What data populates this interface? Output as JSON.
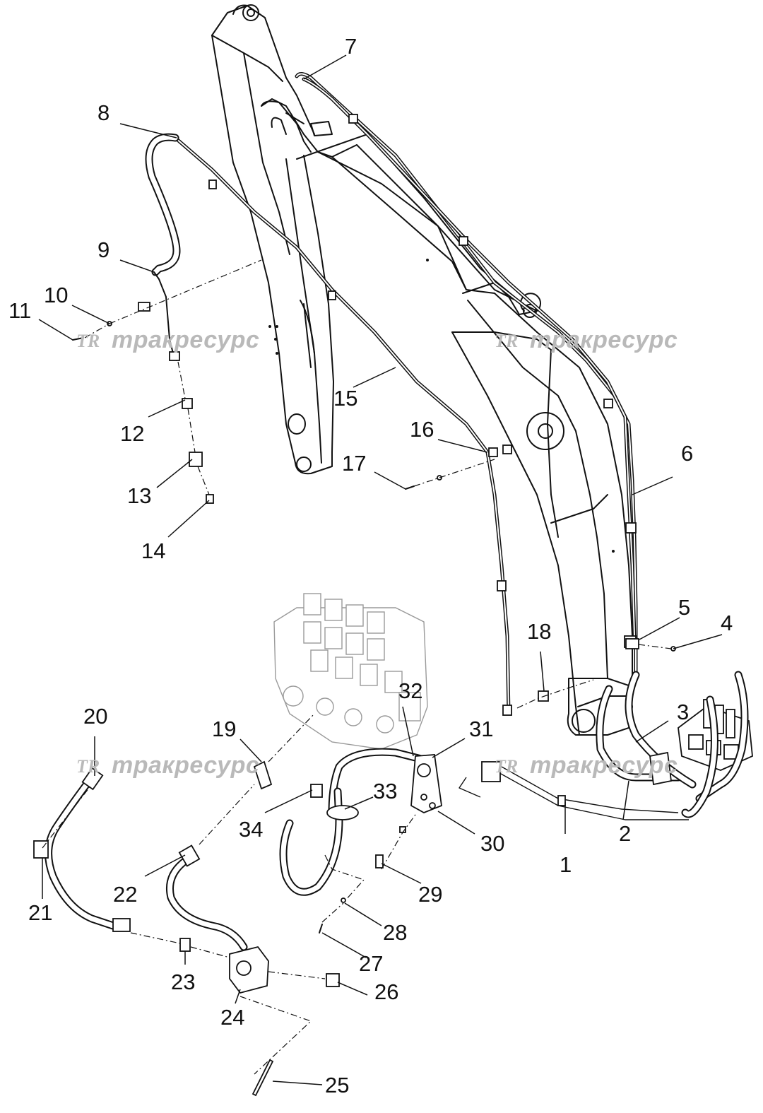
{
  "watermark": {
    "logo": "TR",
    "text": "тракресурс"
  },
  "callouts": {
    "c1": "1",
    "c2": "2",
    "c3": "3",
    "c4": "4",
    "c5": "5",
    "c6": "6",
    "c7": "7",
    "c8": "8",
    "c9": "9",
    "c10": "10",
    "c11": "11",
    "c12": "12",
    "c13": "13",
    "c14": "14",
    "c15": "15",
    "c16": "16",
    "c17": "17",
    "c18": "18",
    "c19": "19",
    "c20": "20",
    "c21": "21",
    "c22": "22",
    "c23": "23",
    "c24": "24",
    "c25": "25",
    "c26": "26",
    "c27": "27",
    "c28": "28",
    "c29": "29",
    "c30": "30",
    "c31": "31",
    "c32": "32",
    "c33": "33",
    "c34": "34"
  }
}
